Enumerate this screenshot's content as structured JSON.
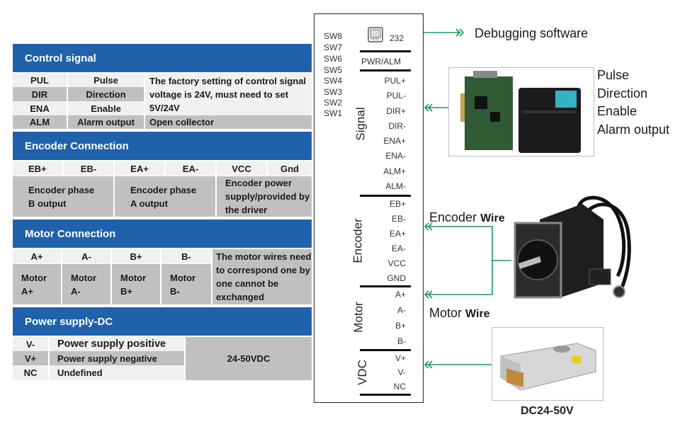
{
  "control_signal": {
    "title": "Control signal",
    "rows": [
      {
        "pin": "PUL",
        "name": "Pulse"
      },
      {
        "pin": "DIR",
        "name": "Direction"
      },
      {
        "pin": "ENA",
        "name": "Enable"
      },
      {
        "pin": "ALM",
        "name": "Alarm output"
      }
    ],
    "note": "The factory setting of control signal voltage is 24V, must need to set 5V/24V",
    "alm_note": "Open collector"
  },
  "encoder_connection": {
    "title": "Encoder Connection",
    "pins": [
      "EB+",
      "EB-",
      "EA+",
      "EA-",
      "VCC",
      "Gnd"
    ],
    "descriptions": [
      "Encoder phase B output",
      "Encoder phase A output",
      "Encoder power supply/provided by the driver"
    ]
  },
  "motor_connection": {
    "title": "Motor Connection",
    "pins": [
      "A+",
      "A-",
      "B+",
      "B-"
    ],
    "descriptions": [
      "Motor A+",
      "Motor A-",
      "Motor B+",
      "Motor B-"
    ],
    "note": "The motor wires need to correspond one by one cannot be exchanged"
  },
  "power_supply": {
    "title": "Power supply-DC",
    "rows": [
      {
        "pin": "V-",
        "name": "Power supply positive"
      },
      {
        "pin": "V+",
        "name": "Power supply negative"
      },
      {
        "pin": "NC",
        "name": "Undefined"
      }
    ],
    "voltage": "24-50VDC"
  },
  "driver": {
    "switches": [
      "SW8",
      "SW7",
      "SW6",
      "SW5",
      "SW4",
      "SW3",
      "SW2",
      "SW1"
    ],
    "port_label": "232",
    "port_icon": "rj45-port-icon",
    "pwr_alm": "PWR/ALM",
    "groups": [
      {
        "name": "Signal",
        "pins": [
          "PUL+",
          "PUL-",
          "DIR+",
          "DIR-",
          "ENA+",
          "ENA-",
          "ALM+",
          "ALM-"
        ]
      },
      {
        "name": "Encoder",
        "pins": [
          "EB+",
          "EB-",
          "EA+",
          "EA-",
          "VCC",
          "GND"
        ]
      },
      {
        "name": "Motor",
        "pins": [
          "A+",
          "A-",
          "B+",
          "B-"
        ]
      },
      {
        "name": "VDC",
        "pins": [
          "V+",
          "V-",
          "NC"
        ]
      }
    ]
  },
  "right": {
    "debug_label": "Debugging software",
    "controller_labels": [
      "Pulse",
      "Direction",
      "Enable",
      "Alarm output"
    ],
    "encoder_wire": "Encoder",
    "encoder_wire_bold": "Wire",
    "motor_wire": "Motor",
    "motor_wire_bold": "Wire",
    "psu_label": "DC24-50V"
  },
  "colors": {
    "header_blue": "#1f62ab",
    "arrow_green": "#1a9a5a",
    "cell_dark": "#c0c0c0",
    "cell_light": "#f0f0f0"
  }
}
